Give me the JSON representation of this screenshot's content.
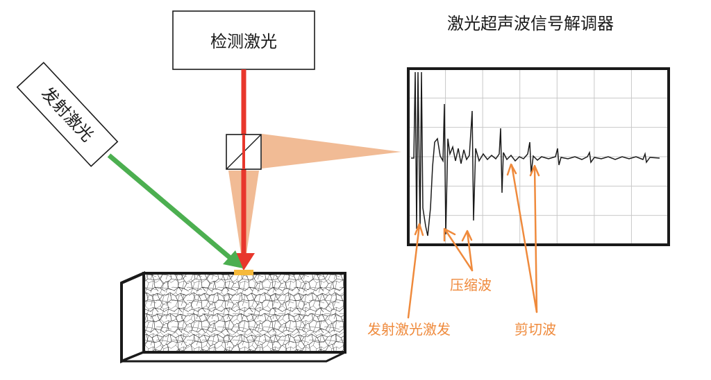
{
  "labels": {
    "detect_laser": "检测激光",
    "emit_laser": "发射激光",
    "demodulator_title": "激光超声波信号解调器",
    "compression_wave": "压缩波",
    "emit_excitation": "发射激光激发",
    "shear_wave": "剪切波"
  },
  "colors": {
    "detect_beam": "#e8372c",
    "emit_beam": "#4caf50",
    "cone": "#f0b48a",
    "annotation": "#ef8a3c",
    "spot": "#f5b93b",
    "outline": "#1a1a1a"
  }
}
